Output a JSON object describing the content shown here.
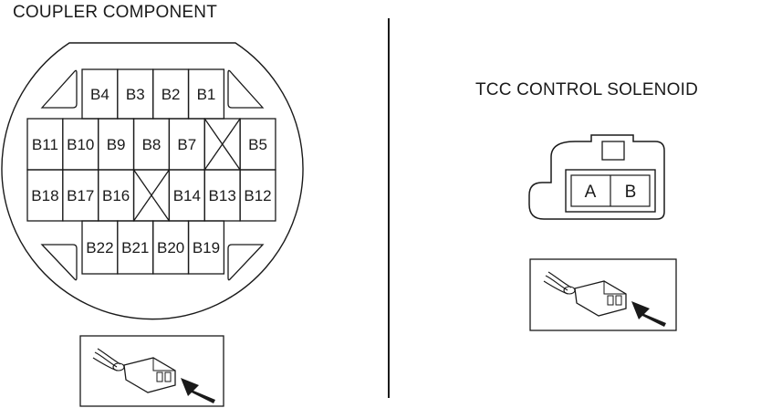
{
  "coupler": {
    "title": "COUPLER COMPONENT",
    "rows": [
      [
        "B4",
        "B3",
        "B2",
        "B1"
      ],
      [
        "B11",
        "B10",
        "B9",
        "B8",
        "B7",
        "",
        "B5"
      ],
      [
        "B18",
        "B17",
        "B16",
        "",
        "B14",
        "B13",
        "B12"
      ],
      [
        "B22",
        "B21",
        "B20",
        "B19"
      ]
    ]
  },
  "solenoid": {
    "title": "TCC CONTROL SOLENOID",
    "pins": [
      "A",
      "B"
    ]
  }
}
